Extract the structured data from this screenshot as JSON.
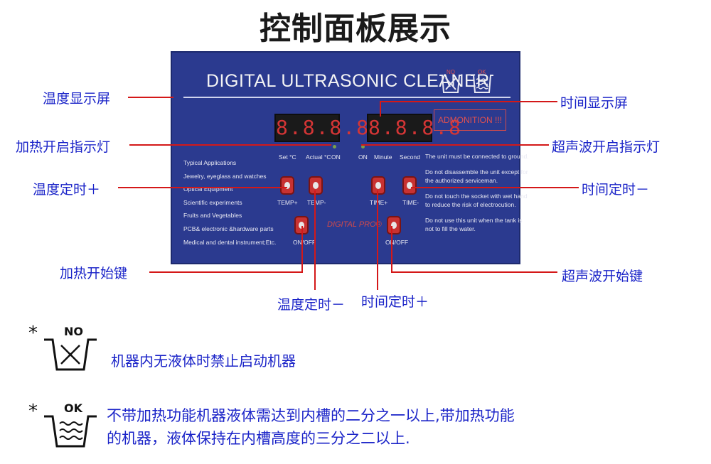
{
  "page_title": "控制面板展示",
  "panel": {
    "title": "DIGITAL ULTRASONIC CLEANER",
    "temp_display": "8.8.8.8",
    "time_display": "8.8.8.8",
    "labels": {
      "set_c": "Set °C",
      "actual_c": "Actual °C",
      "on_left": "ON",
      "on_right": "ON",
      "minute": "Minute",
      "second": "Second",
      "temp_plus": "TEMP+",
      "temp_minus": "TEMP-",
      "time_plus": "TIME+",
      "time_minus": "TIME-",
      "on_off_left": "ON/OFF",
      "on_off_right": "ON/OFF"
    },
    "admonition": "ADMONITION !!!",
    "digital_pro": "DIGITAL PRO®",
    "typical_applications": [
      "Typical Applications",
      "Jewelry, eyeglass and watches",
      "Optical Equipment",
      "Scientific experiments",
      "Fruits and Vegetables",
      "PCB& electronic &hardware parts",
      "Medical and dental instrument;Etc."
    ],
    "warnings": [
      "The unit must be connected to ground.",
      "Do not disassemble the unit except for",
      "the authorized serviceman.",
      "Do not touch the socket with wet hand",
      "to reduce the risk of electrocution.",
      "Do not use this unit when the tank is",
      "not to fill the water."
    ],
    "icon_no": "NO",
    "icon_ok": "OK"
  },
  "callouts": {
    "temp_display": "温度显示屏",
    "heat_indicator": "加热开启指示灯",
    "temp_plus": "温度定时＋",
    "heat_key": "加热开始键",
    "temp_minus": "温度定时－",
    "time_plus": "时间定时＋",
    "time_display": "时间显示屏",
    "ultra_indicator": "超声波开启指示灯",
    "time_minus": "时间定时－",
    "ultra_key": "超声波开始键"
  },
  "notes": {
    "no_label": "NO",
    "no_text": "机器内无液体时禁止启动机器",
    "ok_label": "OK",
    "ok_line1": "不带加热功能机器液体需达到内槽的二分之一以上,带加热功能",
    "ok_line2": "的机器，液体保持在内槽高度的三分之二以上.",
    "star": "*"
  },
  "colors": {
    "panel_blue": "#2b3a8f",
    "button_red": "#c83232",
    "display_red": "#d43535",
    "callout_line": "#d41818",
    "label_blue": "#1a23c8"
  }
}
